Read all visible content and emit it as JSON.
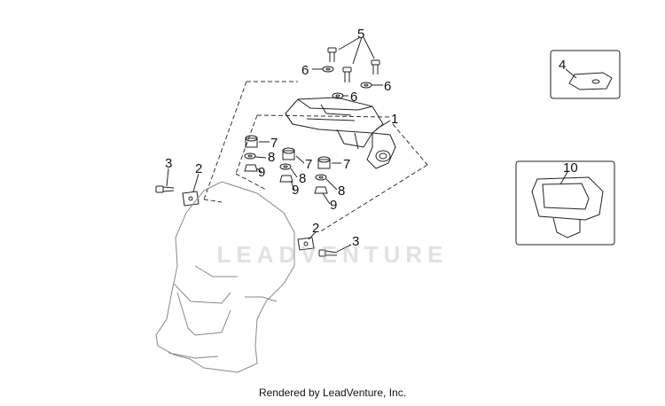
{
  "callouts": {
    "c1": "1",
    "c2a": "2",
    "c2b": "2",
    "c3a": "3",
    "c3b": "3",
    "c4": "4",
    "c5": "5",
    "c6a": "6",
    "c6b": "6",
    "c6c": "6",
    "c7a": "7",
    "c7b": "7",
    "c7c": "7",
    "c8a": "8",
    "c8b": "8",
    "c8c": "8",
    "c9a": "9",
    "c9b": "9",
    "c9c": "9",
    "c10": "10"
  },
  "watermark": "LEADVENTURE",
  "footer": "Rendered by LeadVenture, Inc.",
  "colors": {
    "line": "#222222",
    "watermark": "#aaaaaa"
  }
}
